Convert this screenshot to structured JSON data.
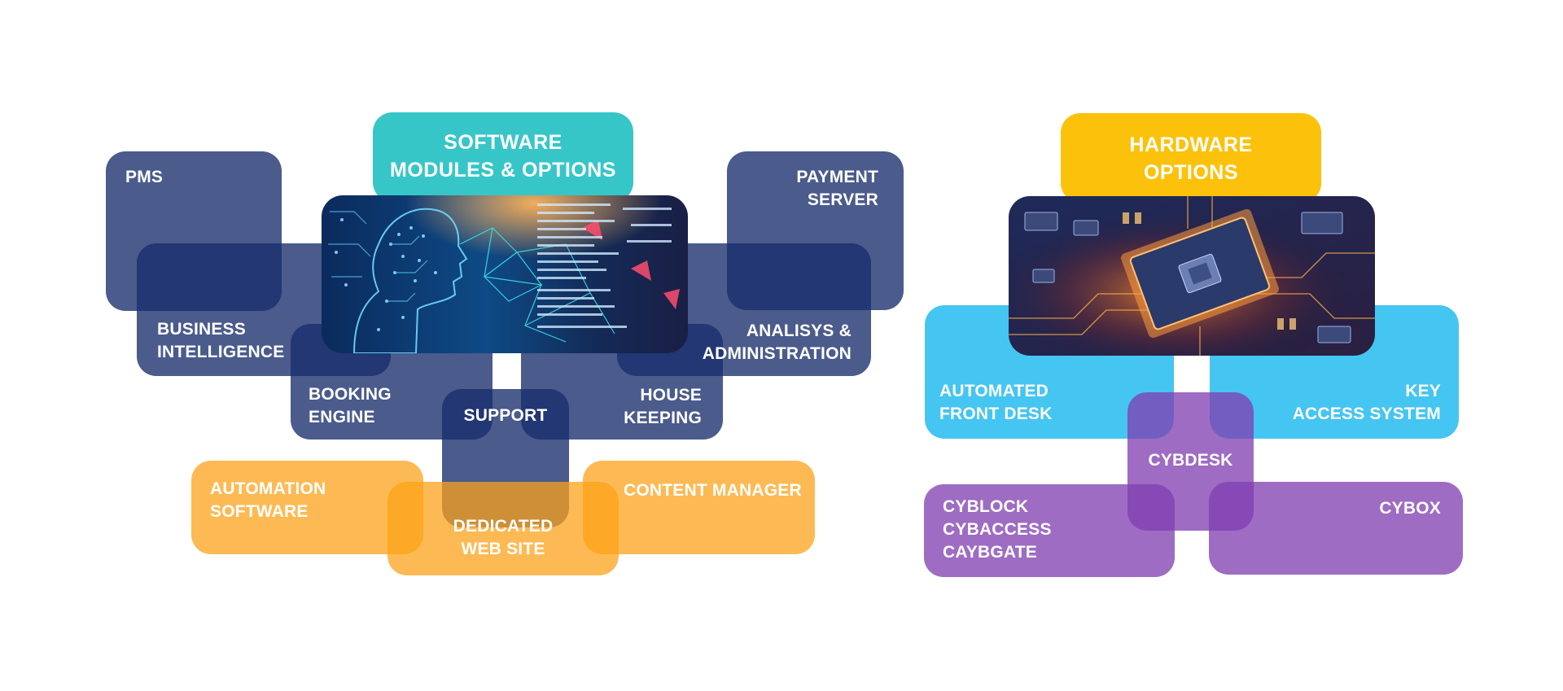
{
  "software": {
    "title": "SOFTWARE\nMODULES & OPTIONS",
    "modules": {
      "pms": "PMS",
      "business_intelligence": "BUSINESS\nINTELLIGENCE",
      "booking_engine": "BOOKING\nENGINE",
      "support": "SUPPORT",
      "payment_server": "PAYMENT\nSERVER",
      "analysis_administration": "ANALISYS &\nADMINISTRATION",
      "house_keeping": "HOUSE\nKEEPING",
      "automation_software": "AUTOMATION\nSOFTWARE",
      "dedicated_web_site": "DEDICATED\nWEB SITE",
      "content_manager": "CONTENT MANAGER"
    }
  },
  "hardware": {
    "title": "HARDWARE\nOPTIONS",
    "options": {
      "automated_front_desk": "AUTOMATED\nFRONT DESK",
      "key_access_system": "KEY\nACCESS SYSTEM",
      "cybdesk": "CYBDESK",
      "cyblock_group": "CYBLOCK\nCYBACCESS\nCAYBGATE",
      "cybox": "CYBOX"
    }
  },
  "colors": {
    "navy": "#172d6b",
    "teal": "#37c6c8",
    "orange": "#fca218",
    "gold": "#fcc10b",
    "sky": "#26bbef",
    "purple": "#803eb0"
  },
  "images": {
    "software": "ai-head-code-image",
    "hardware": "circuit-chip-image"
  }
}
